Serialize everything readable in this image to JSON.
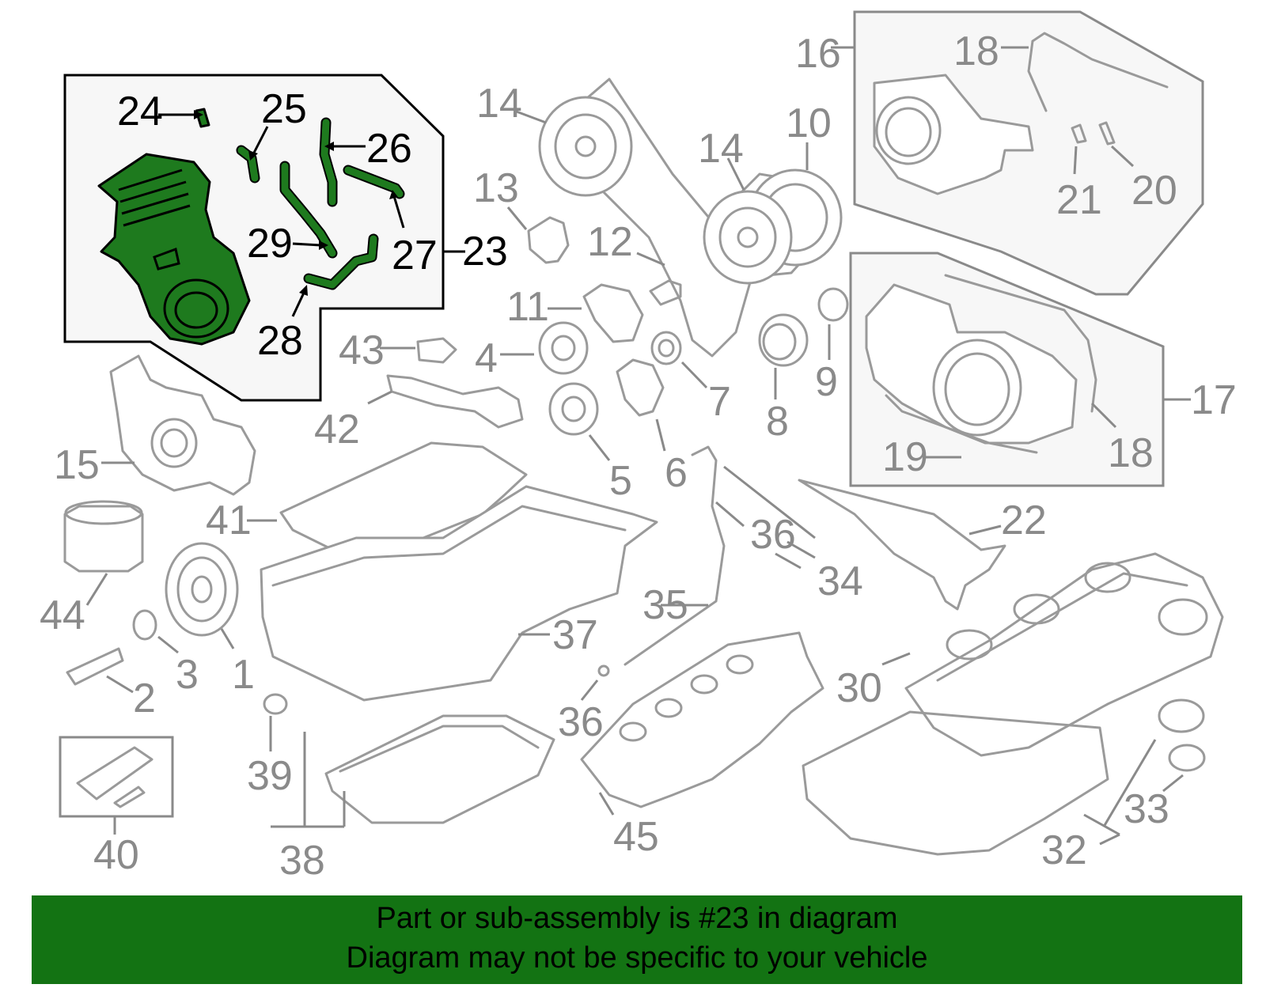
{
  "banner": {
    "line1": "Part or sub-assembly is #23 in diagram",
    "line2": "Diagram may not be specific to your vehicle",
    "color": "#137313"
  },
  "highlight": {
    "part_number": "23",
    "color": "#1e7a1e"
  },
  "callouts": {
    "n1": "1",
    "n2": "2",
    "n3": "3",
    "n4": "4",
    "n5": "5",
    "n6": "6",
    "n7": "7",
    "n8": "8",
    "n9": "9",
    "n10": "10",
    "n11": "11",
    "n12": "12",
    "n13": "13",
    "n14a": "14",
    "n14b": "14",
    "n15": "15",
    "n16": "16",
    "n17": "17",
    "n18a": "18",
    "n18b": "18",
    "n19": "19",
    "n20": "20",
    "n21": "21",
    "n22": "22",
    "n23": "23",
    "n24": "24",
    "n25": "25",
    "n26": "26",
    "n27": "27",
    "n28": "28",
    "n29": "29",
    "n30": "30",
    "n32": "32",
    "n33": "33",
    "n34": "34",
    "n35": "35",
    "n36a": "36",
    "n36b": "36",
    "n37": "37",
    "n38": "38",
    "n39": "39",
    "n40": "40",
    "n41": "41",
    "n42": "42",
    "n43": "43",
    "n44": "44",
    "n45": "45"
  }
}
